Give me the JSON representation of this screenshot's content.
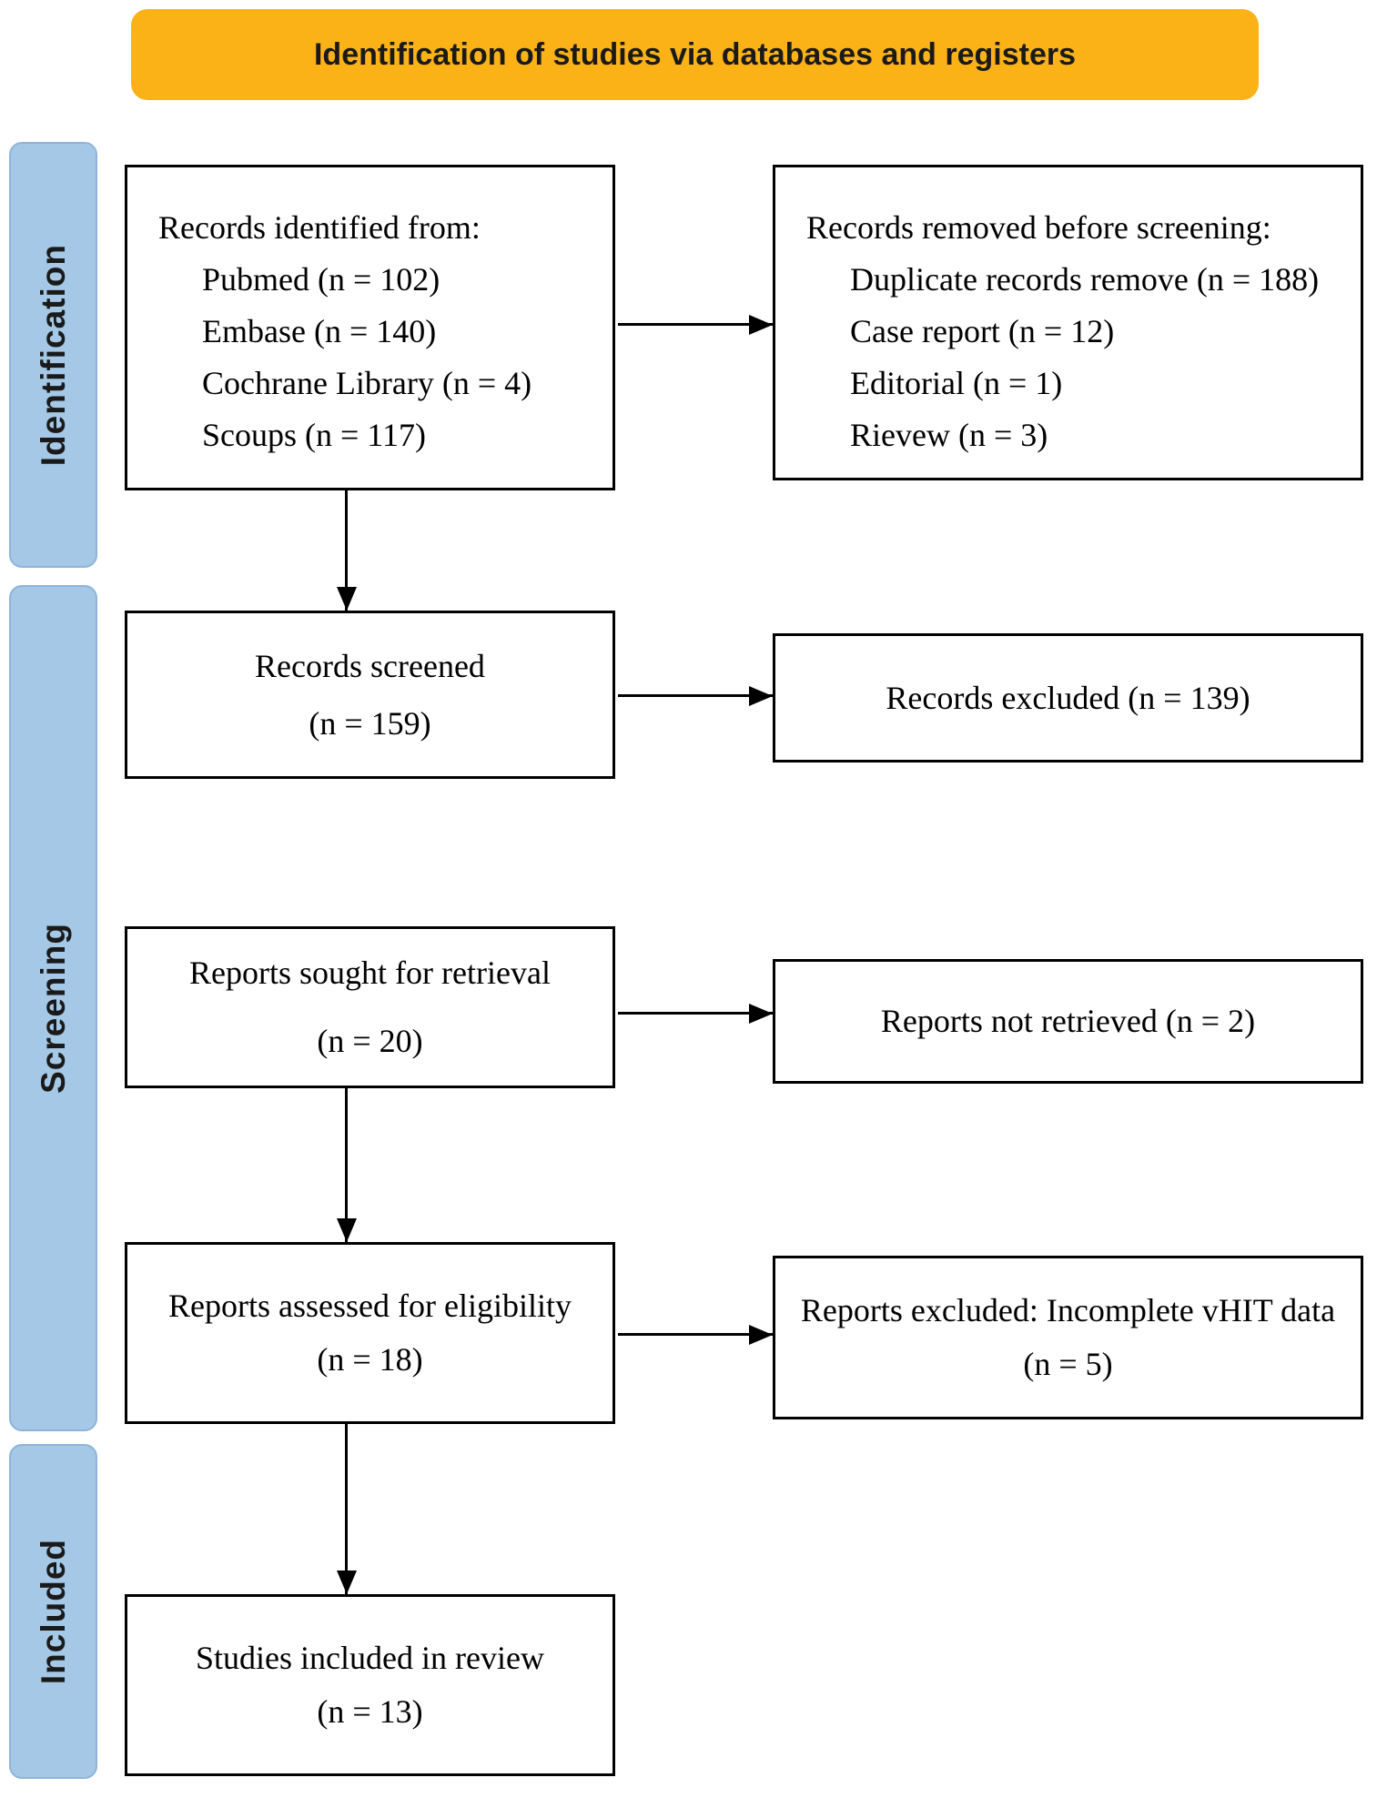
{
  "banner": {
    "title": "Identification of studies via databases and registers"
  },
  "stages": [
    {
      "id": "identification",
      "label": "Identification"
    },
    {
      "id": "screening",
      "label": "Screening"
    },
    {
      "id": "included",
      "label": "Included"
    }
  ],
  "boxes": {
    "records_identified": {
      "title": "Records identified from:",
      "items": [
        "Pubmed (n = 102)",
        "Embase (n = 140)",
        "Cochrane Library (n = 4)",
        "Scoups (n = 117)"
      ]
    },
    "records_removed": {
      "title": "Records removed before screening:",
      "items": [
        "Duplicate records remove (n = 188)",
        "Case report (n = 12)",
        "Editorial (n = 1)",
        "Rievew (n = 3)"
      ]
    },
    "records_screened": {
      "line1": "Records screened",
      "line2": "(n = 159)"
    },
    "records_excluded": {
      "line1": "Records excluded (n = 139)"
    },
    "reports_sought": {
      "line1": "Reports sought for retrieval",
      "line2": "(n = 20)"
    },
    "reports_not_retrieved": {
      "line1": "Reports not retrieved (n = 2)"
    },
    "reports_assessed": {
      "line1": "Reports assessed for eligibility",
      "line2": "(n = 18)"
    },
    "reports_excluded": {
      "line1": "Reports excluded: Incomplete vHIT data",
      "line2": "(n = 5)"
    },
    "studies_included": {
      "line1": "Studies included in review",
      "line2": "(n = 13)"
    }
  },
  "colors": {
    "banner_bg": "#FBB216",
    "banner_text": "#1a1a1a",
    "stage_bg": "#A4C8E6",
    "stage_border": "#8FB4D9"
  }
}
